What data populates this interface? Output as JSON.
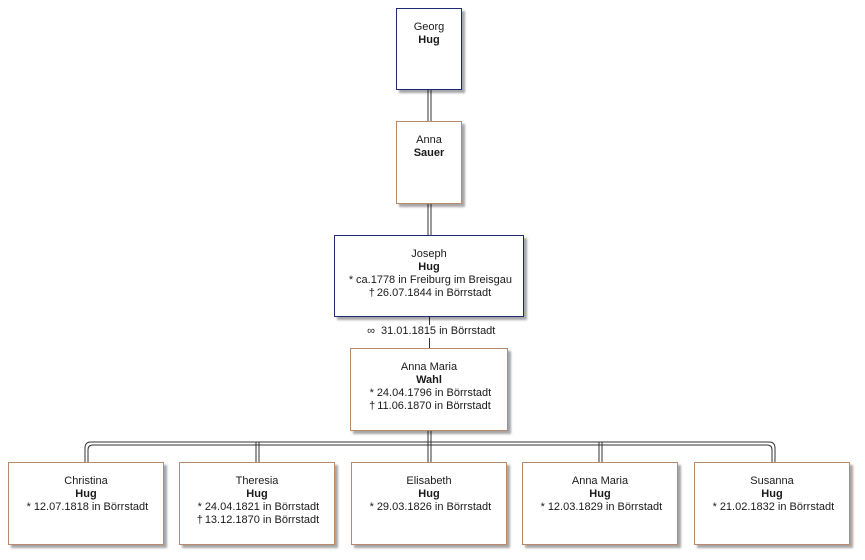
{
  "people": {
    "georg": {
      "given": "Georg",
      "surname": "Hug"
    },
    "anna": {
      "given": "Anna",
      "surname": "Sauer"
    },
    "joseph": {
      "given": "Joseph",
      "surname": "Hug",
      "birth": "ca.1778 in Freiburg im Breisgau",
      "death": "26.07.1844 in Börrstadt"
    },
    "anna_maria_wahl": {
      "given": "Anna Maria",
      "surname": "Wahl",
      "birth": "24.04.1796 in Börrstadt",
      "death": "11.06.1870 in Börrstadt"
    },
    "children": [
      {
        "given": "Christina",
        "surname": "Hug",
        "birth": "12.07.1818 in Börrstadt"
      },
      {
        "given": "Theresia",
        "surname": "Hug",
        "birth": "24.04.1821 in Börrstadt",
        "death": "13.12.1870 in Börrstadt"
      },
      {
        "given": "Elisabeth",
        "surname": "Hug",
        "birth": "29.03.1826 in Börrstadt"
      },
      {
        "given": "Anna Maria",
        "surname": "Hug",
        "birth": "12.03.1829 in Börrstadt"
      },
      {
        "given": "Susanna",
        "surname": "Hug",
        "birth": "21.02.1832 in Börrstadt"
      }
    ]
  },
  "marriage": {
    "date": "31.01.1815 in Börrstadt"
  },
  "symbols": {
    "birth": "*",
    "death": "†",
    "marriage": "∞"
  },
  "colors": {
    "male_border": "#1e2a78",
    "female_border": "#b98a6a",
    "connector": "#333333"
  }
}
